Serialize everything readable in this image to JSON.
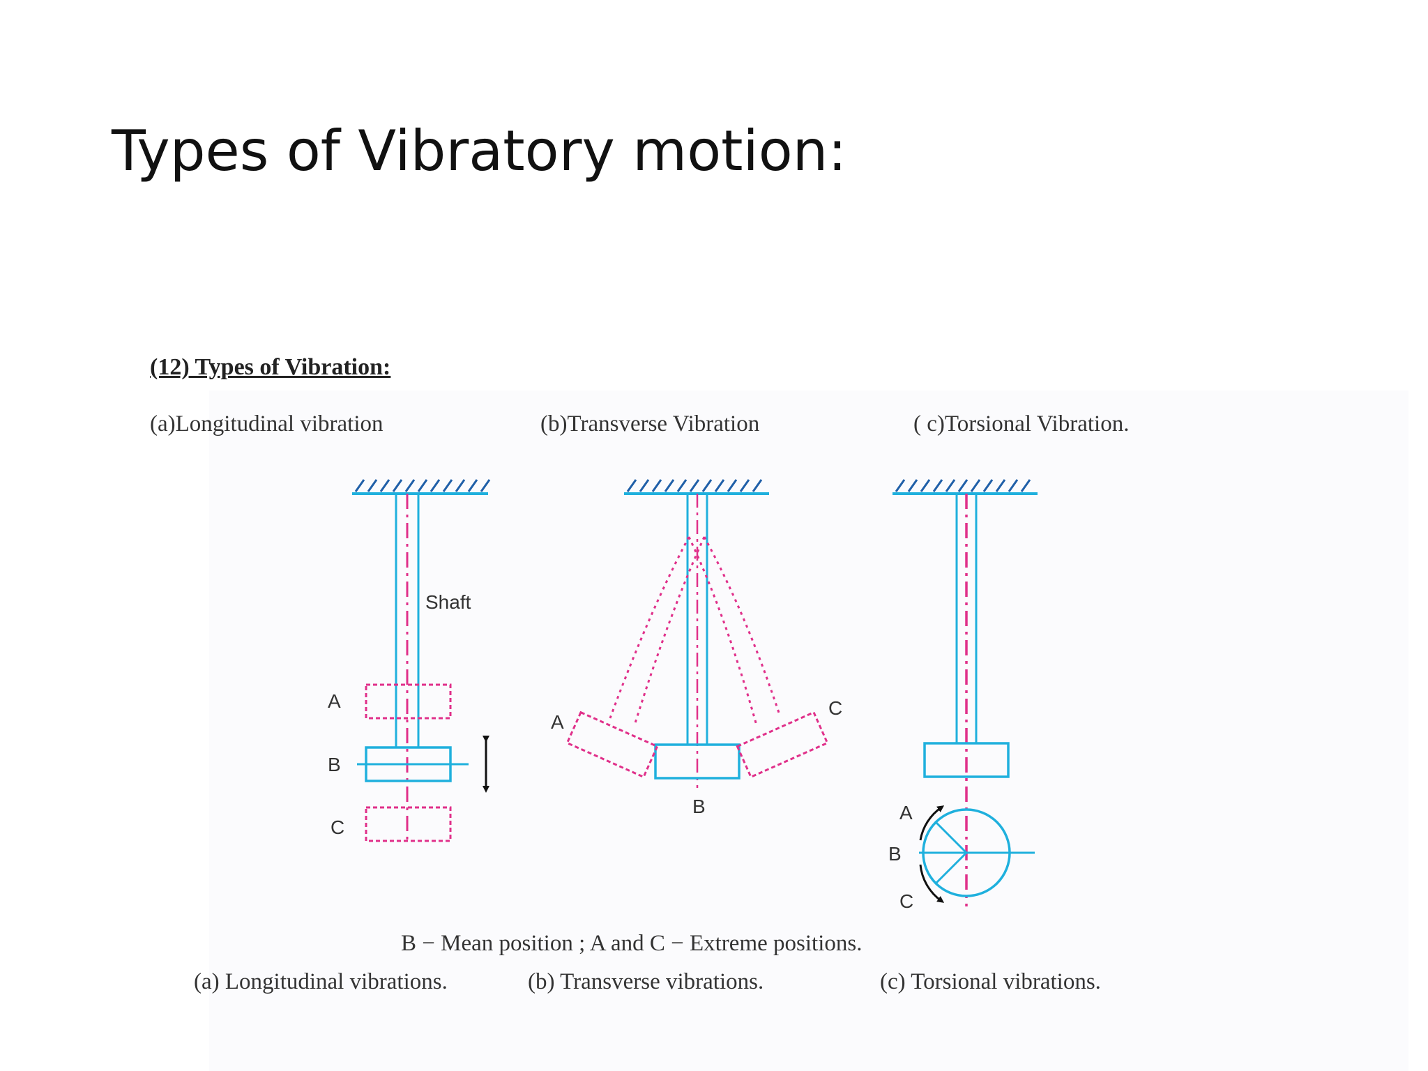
{
  "slide": {
    "title": "Types of Vibratory motion:"
  },
  "figure": {
    "heading": "(12) Types of Vibration:",
    "subheadings": {
      "a": "(a)Longitudinal vibration",
      "b": "(b)Transverse Vibration",
      "c": "( c)Torsional Vibration."
    },
    "labels": {
      "shaft": "Shaft",
      "a_A": "A",
      "a_B": "B",
      "a_C": "C",
      "b_A": "A",
      "b_B": "B",
      "b_C": "C",
      "c_A": "A",
      "c_B": "B",
      "c_C": "C"
    },
    "caption_line1": "B − Mean position ; A and C − Extreme positions.",
    "captions": {
      "a": "(a) Longitudinal vibrations.",
      "b": "(b) Transverse vibrations.",
      "c": "(c) Torsional vibrations."
    },
    "colors": {
      "cyan": "#1fb0dd",
      "magenta": "#e0308a",
      "ink": "#111111"
    }
  }
}
